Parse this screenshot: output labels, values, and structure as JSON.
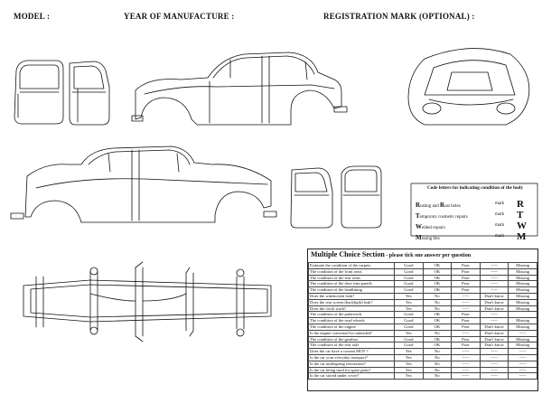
{
  "header": {
    "model": "MODEL :",
    "year": "YEAR OF MANUFACTURE :",
    "registration": "REGISTRATION MARK (OPTIONAL) :"
  },
  "code_letters": {
    "title": "Code letters for indicating condition of the body",
    "items": [
      {
        "cap": "R",
        "rest": "usting and ",
        "cap2": "R",
        "rest2": "ust holes",
        "mark": "mark",
        "letter": "R"
      },
      {
        "cap": "T",
        "rest": "emporary cosmetic repairs",
        "cap2": "",
        "rest2": "",
        "mark": "mark",
        "letter": "T"
      },
      {
        "cap": "W",
        "rest": "elded repairs",
        "cap2": "",
        "rest2": "",
        "mark": "mark",
        "letter": "W"
      },
      {
        "cap": "M",
        "rest": "issing bits",
        "cap2": "",
        "rest2": "",
        "mark": "mark",
        "letter": "M"
      }
    ]
  },
  "questionnaire": {
    "title": "Multiple Choice Section",
    "subtitle": " - please tick one answer per question",
    "rows": [
      [
        "Estimate the condition of the carpets",
        "Good",
        "OK",
        "Poor",
        "-----",
        "Missing"
      ],
      [
        "The condition of the front seats",
        "Good",
        "OK",
        "Poor",
        "-----",
        "Missing"
      ],
      [
        "The condition of the rear seats",
        "Good",
        "OK",
        "Poor",
        "-----",
        "Missing"
      ],
      [
        "The condition of the door trim panels",
        "Good",
        "OK",
        "Poor",
        "-----",
        "Missing"
      ],
      [
        "The condition of the headlining",
        "Good",
        "OK",
        "Poor",
        "-----",
        "Missing"
      ],
      [
        "Does the windscreen leak?",
        "Yes",
        "No",
        "-----",
        "Don't know",
        "Missing"
      ],
      [
        "Does the rear screen (backlight) leak?",
        "Yes",
        "No",
        "-----",
        "Don't know",
        "Missing"
      ],
      [
        "Does the clock work?",
        "Yes",
        "No",
        "-----",
        "Don't know",
        "Missing"
      ],
      [
        "The condition of the paintwork",
        "Good",
        "OK",
        "Poor",
        "-----",
        ""
      ],
      [
        "The condition of the road wheels",
        "Good",
        "OK",
        "Poor",
        "-----",
        "Missing"
      ],
      [
        "The condition of the engine",
        "Good",
        "OK",
        "Poor",
        "Don't know",
        "Missing"
      ],
      [
        "Is the engine converted for unleaded?",
        "Yes",
        "No",
        "-----",
        "Don't know",
        "-----"
      ],
      [
        "The condition of the gearbox",
        "Good",
        "OK",
        "Poor",
        "Don't know",
        "Missing"
      ],
      [
        "The condition of the rear axle",
        "Good",
        "OK",
        "Poor",
        "Don't know",
        "Missing"
      ],
      [
        "Does the car have a current MOT ?",
        "Yes",
        "No",
        "-----",
        "-----",
        "-----"
      ],
      [
        "Is the car your everyday transport?",
        "Yes",
        "No",
        "-----",
        "-----",
        "-----"
      ],
      [
        "Is the car undergoing restoration?",
        "Yes",
        "No",
        "-----",
        "-----",
        "-----"
      ],
      [
        "Is the car being used for spare parts?",
        "Yes",
        "No",
        "-----",
        "-----",
        "-----"
      ],
      [
        "Is the car stored under cover?",
        "Yes",
        "No",
        "-----",
        "-----",
        "-----"
      ]
    ]
  }
}
